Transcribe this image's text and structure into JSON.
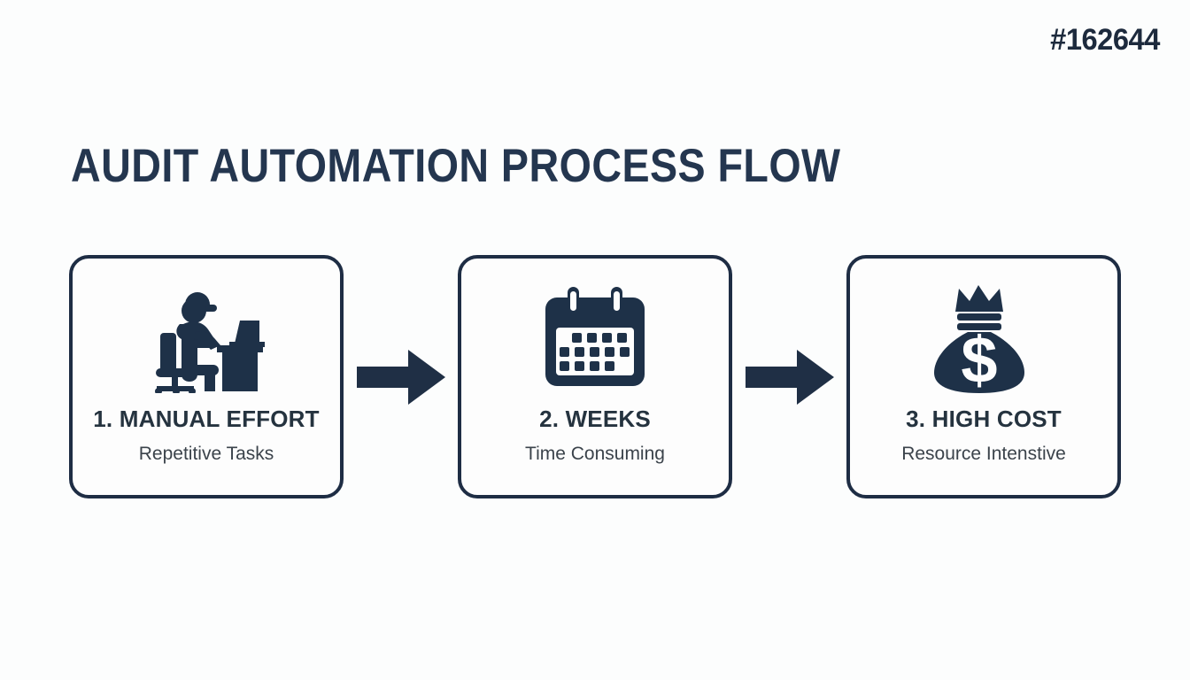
{
  "corner": {
    "code": "#162644"
  },
  "title": "AUDIT AUTOMATION PROCESS FLOW",
  "theme": {
    "background": "#fcfdfd",
    "card_background": "#fdfdfd",
    "border": "#1e2d44",
    "title_color": "#24364f",
    "icon_color": "#1e3148",
    "caption_color": "#3b434b",
    "arrow_color": "#1f2f45"
  },
  "flow": {
    "steps": [
      {
        "title": "1. MANUAL EFFORT",
        "caption": "Repetitive Tasks",
        "icon": "person-at-desk-icon"
      },
      {
        "title": "2. WEEKS",
        "caption": "Time Consuming",
        "icon": "calendar-icon"
      },
      {
        "title": "3. HIGH COST",
        "caption": "Resource Intenstive",
        "icon": "money-bag-icon"
      }
    ],
    "connectors": [
      {
        "icon": "arrow-right-icon"
      },
      {
        "icon": "arrow-right-icon"
      }
    ]
  }
}
